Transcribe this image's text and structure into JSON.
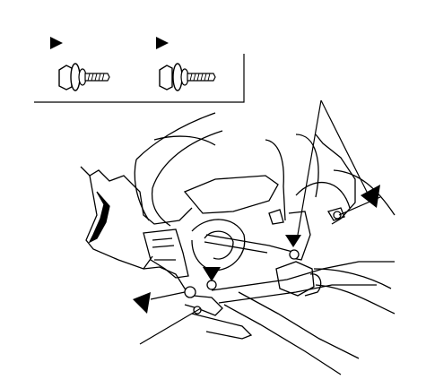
{
  "diagram": {
    "legend_box": {
      "fasteners": [
        {
          "type": "flange-bolt",
          "marker": "triangle-pointer"
        },
        {
          "type": "flange-bolt",
          "marker": "triangle-pointer"
        }
      ]
    },
    "callouts": [
      {
        "marker": "triangle-pointer",
        "points_to": "mounting-bolt-left"
      },
      {
        "marker": "triangle-pointer",
        "points_to": "mounting-bolt-center"
      },
      {
        "marker": "triangle-pointer",
        "points_to": "mounting-bolt-right"
      },
      {
        "marker": "triangle-pointer",
        "points_to": "bracket-bolt-upper-right"
      },
      {
        "marker": "leader-line",
        "points_to": "lower-bracket"
      }
    ],
    "colors": {
      "line": "#000000",
      "background": "#ffffff"
    }
  }
}
